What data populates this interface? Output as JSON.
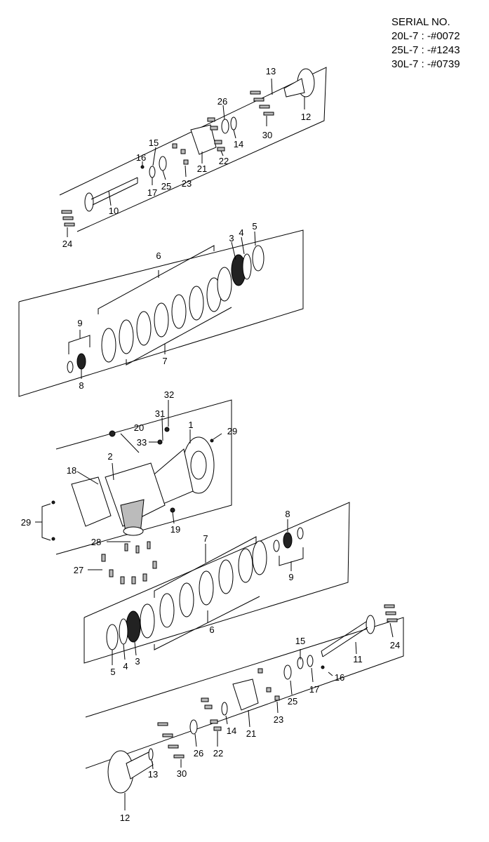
{
  "serial": {
    "heading": "SERIAL NO.",
    "lines": [
      "20L-7 : -#0072",
      "25L-7 : -#1243",
      "30L-7 : -#0739"
    ]
  },
  "labels": {
    "p1": "1",
    "p2": "2",
    "p3a": "3",
    "p3b": "3",
    "p4a": "4",
    "p4b": "4",
    "p5a": "5",
    "p5b": "5",
    "p6a": "6",
    "p6b": "6",
    "p7a": "7",
    "p7b": "7",
    "p8a": "8",
    "p8b": "8",
    "p9a": "9",
    "p9b": "9",
    "p10": "10",
    "p11": "11",
    "p12a": "12",
    "p12b": "12",
    "p13a": "13",
    "p13b": "13",
    "p14a": "14",
    "p14b": "14",
    "p15a": "15",
    "p15b": "15",
    "p16a": "16",
    "p16b": "16",
    "p17a": "17",
    "p17b": "17",
    "p18": "18",
    "p19": "19",
    "p20": "20",
    "p21a": "21",
    "p21b": "21",
    "p22a": "22",
    "p22b": "22",
    "p23a": "23",
    "p23b": "23",
    "p24a": "24",
    "p24b": "24",
    "p25a": "25",
    "p25b": "25",
    "p26a": "26",
    "p26b": "26",
    "p27": "27",
    "p28": "28",
    "p29a": "29",
    "p29b": "29",
    "p30a": "30",
    "p30b": "30",
    "p31": "31",
    "p32": "32",
    "p33": "33"
  }
}
